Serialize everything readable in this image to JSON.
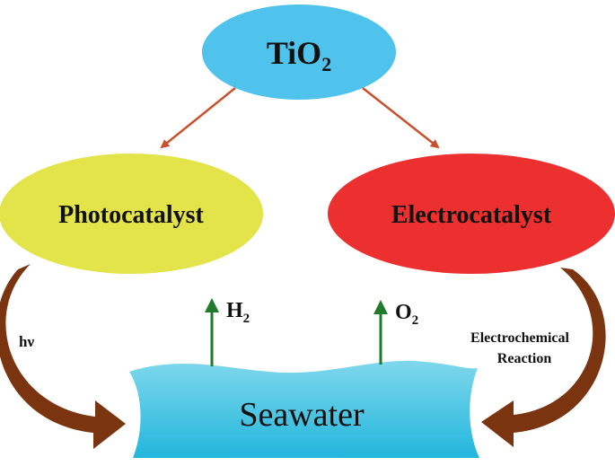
{
  "colors": {
    "tio2_fill": "#4fc3ec",
    "photo_fill": "#e3e34a",
    "electro_fill": "#ec2f2f",
    "seawater_top": "#7fd8ec",
    "seawater_bottom": "#22b6dc",
    "connector_arrow": "#c9502c",
    "curved_arrow": "#7a3410",
    "gas_arrow": "#1f7a2c"
  },
  "nodes": {
    "tio2": {
      "main": "TiO",
      "sub": "2"
    },
    "photocatalyst": {
      "label": "Photocatalyst"
    },
    "electrocatalyst": {
      "label": "Electrocatalyst"
    },
    "seawater": {
      "label": "Seawater"
    }
  },
  "products": {
    "h2": {
      "main": "H",
      "sub": "2"
    },
    "o2": {
      "main": "O",
      "sub": "2"
    }
  },
  "annotations": {
    "hv": "hν",
    "electrochemical_line1": "Electrochemical",
    "electrochemical_line2": "Reaction"
  },
  "icons": {
    "connector_arrow": "straight-arrow",
    "curved_arrow": "curved-block-arrow",
    "gas_arrow": "up-arrow"
  }
}
